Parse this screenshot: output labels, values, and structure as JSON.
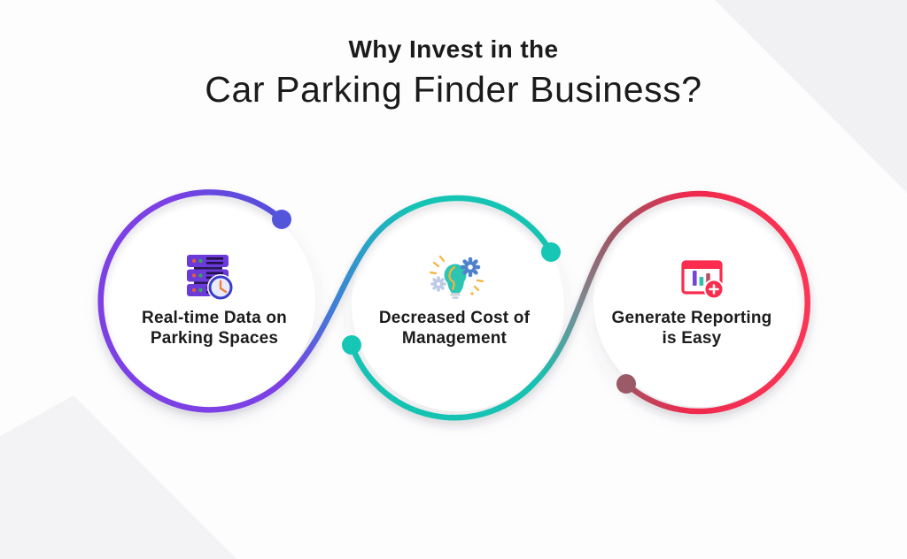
{
  "title": {
    "line1": "Why Invest in the",
    "line2": "Car Parking Finder Business?"
  },
  "items": [
    {
      "line1": "Real-time Data on",
      "line2": "Parking Spaces",
      "icon": "server-clock-icon",
      "accent": "#7b3fe4",
      "dot_color": "#5356db"
    },
    {
      "line1": "Decreased Cost of",
      "line2": "Management",
      "icon": "idea-bulb-gears-icon",
      "accent": "#16c4b3",
      "dot_color": "#16c7b6"
    },
    {
      "line1": "Generate Reporting",
      "line2": "is Easy",
      "icon": "report-chart-add-icon",
      "accent": "#fb2c4e",
      "dot_color": "#9a5a67"
    }
  ],
  "colors": {
    "background": "#fdfdfd",
    "corner_shapes": "#f2f2f5",
    "text": "#1c1c1c",
    "connector_blue": "#3e7fd5",
    "connector_gray": "#7c8a92"
  }
}
